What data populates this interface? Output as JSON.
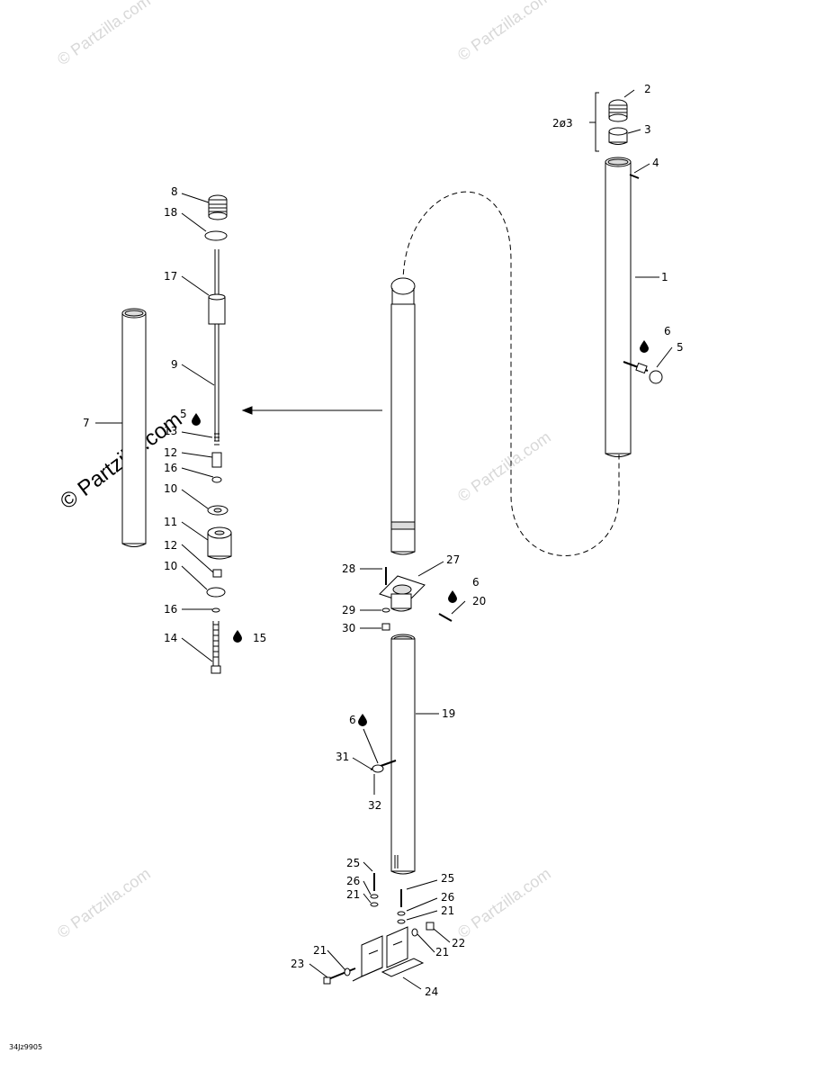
{
  "watermarks": {
    "faded": "© Partzilla.com",
    "bold": "© Partzilla.com"
  },
  "drawing_code": "34Jz9905",
  "callouts": {
    "c1": "1",
    "c2": "2",
    "c2o3": "2ø3",
    "c3": "3",
    "c4": "4",
    "c5a": "5",
    "c6a": "6",
    "c7": "7",
    "c8": "8",
    "c18": "18",
    "c17": "17",
    "c9": "9",
    "c5b": "5",
    "c13": "13",
    "c12a": "12",
    "c16a": "16",
    "c10a": "10",
    "c11": "11",
    "c12b": "12",
    "c10b": "10",
    "c16b": "16",
    "c14": "14",
    "c15": "15",
    "c28": "28",
    "c27": "27",
    "c6b": "6",
    "c20": "20",
    "c29": "29",
    "c30": "30",
    "c19": "19",
    "c6c": "6",
    "c31": "31",
    "c32": "32",
    "c25a": "25",
    "c26a": "26",
    "c21a": "21",
    "c25b": "25",
    "c26b": "26",
    "c21b": "21",
    "c21c": "21",
    "c22": "22",
    "c21d": "21",
    "c23": "23",
    "c24": "24"
  },
  "colors": {
    "line": "#000000",
    "fill_light": "#e6e6e6",
    "watermark": "#d8d8d8"
  }
}
